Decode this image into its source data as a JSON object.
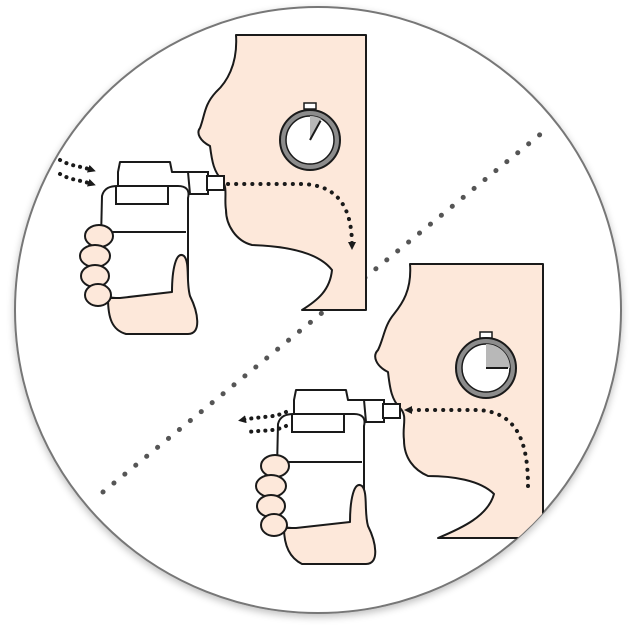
{
  "illustration": {
    "steps": [
      {
        "action": "inhale",
        "timer_fraction": 0.08,
        "airflow": "into-mouth"
      },
      {
        "action": "exhale",
        "timer_fraction": 0.25,
        "airflow": "out-of-device"
      }
    ],
    "icons": [
      "inhaler-device-icon",
      "hand-icon",
      "face-profile-icon",
      "stopwatch-icon",
      "dotted-airflow-arrow-icon"
    ],
    "colors": {
      "skin": "#fde8da",
      "outline": "#1a1a1a",
      "dots": "#555555",
      "timer_face": "#8c8c8c",
      "timer_fill": "#b8b8b8",
      "circle_border": "#777777",
      "background": "#ffffff"
    }
  }
}
